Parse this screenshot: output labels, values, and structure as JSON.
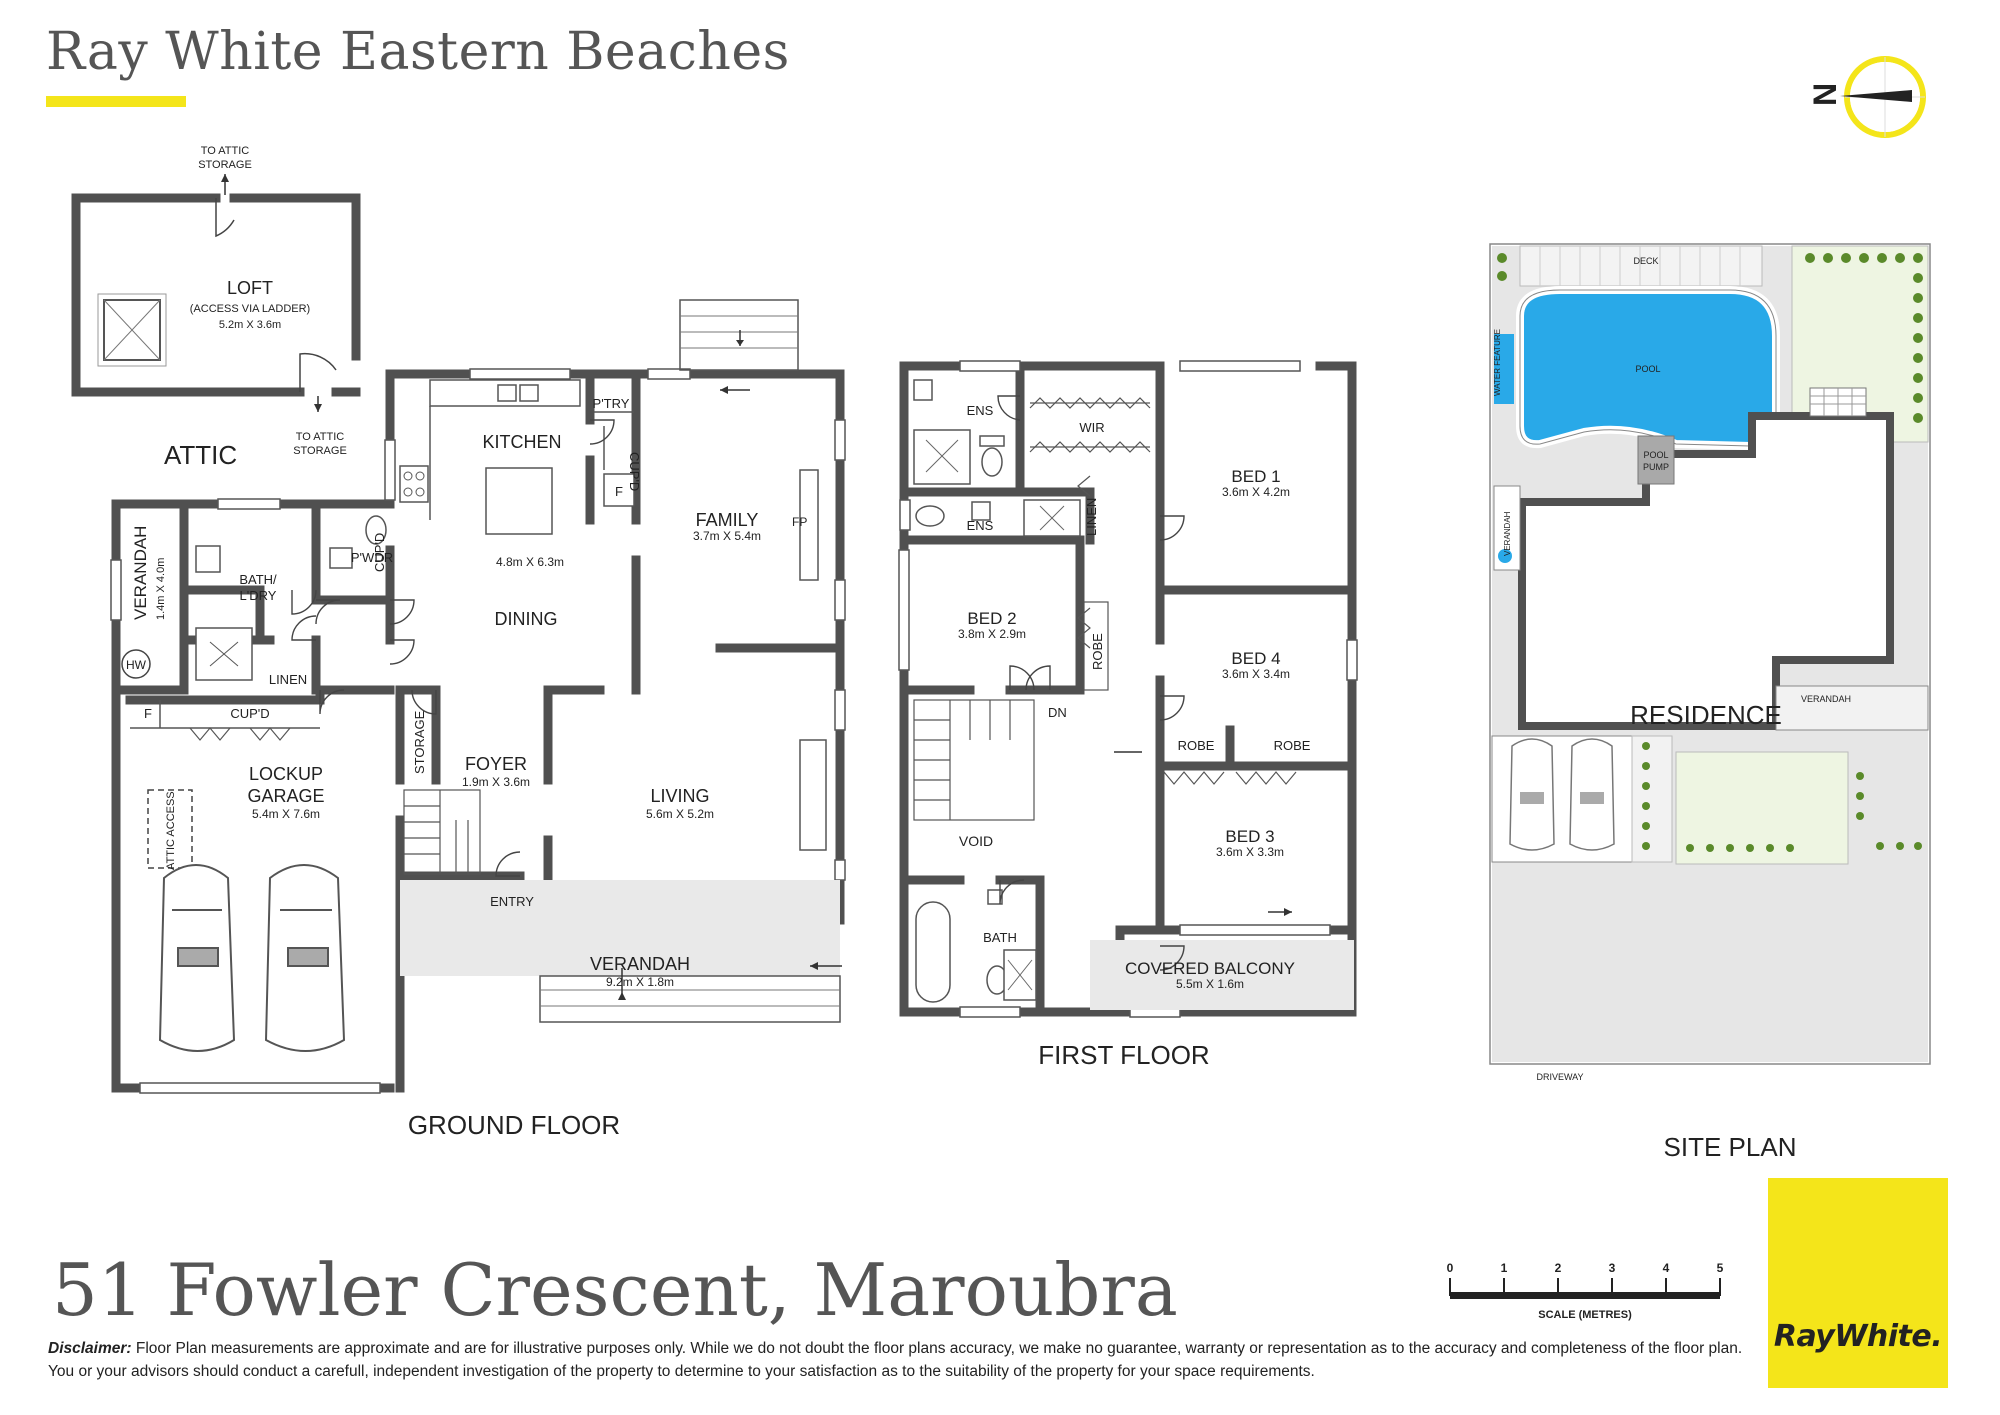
{
  "header": {
    "brand_title": "Ray White Eastern Beaches",
    "compass_letter": "N"
  },
  "attic": {
    "title": "ATTIC",
    "loft_name": "LOFT",
    "loft_note": "(ACCESS VIA LADDER)",
    "loft_dims": "5.2m X 3.6m",
    "storage_top_line1": "TO ATTIC",
    "storage_top_line2": "STORAGE",
    "storage_side_line1": "TO ATTIC",
    "storage_side_line2": "STORAGE"
  },
  "ground_floor": {
    "title": "GROUND FLOOR",
    "rooms": {
      "kitchen": "KITCHEN",
      "ptry": "P'TRY",
      "cupd_kitchen": "CUP'D",
      "fridge": "F",
      "kitchen_dims": "4.8m X 6.3m",
      "dining": "DINING",
      "family": "FAMILY",
      "family_dims": "3.7m X 5.4m",
      "fireplace": "FP",
      "verandah_side": "VERANDAH",
      "verandah_side_dims": "1.4m X 4.0m",
      "hot_water": "HW",
      "bath_laundry_1": "BATH/",
      "bath_laundry_2": "L'DRY",
      "powder": "P'WDR",
      "cupd_hall": "CUP'D",
      "linen": "LINEN",
      "garage_cupd": "CUP'D",
      "garage_fridge": "F",
      "garage_1": "LOCKUP",
      "garage_2": "GARAGE",
      "garage_dims": "5.4m X 7.6m",
      "attic_access": "ATTIC ACCESS",
      "storage": "STORAGE",
      "foyer": "FOYER",
      "foyer_dims": "1.9m X 3.6m",
      "living": "LIVING",
      "living_dims": "5.6m X 5.2m",
      "entry": "ENTRY",
      "verandah_front": "VERANDAH",
      "verandah_front_dims": "9.2m X 1.8m"
    }
  },
  "first_floor": {
    "title": "FIRST FLOOR",
    "rooms": {
      "ens1": "ENS",
      "wir": "WIR",
      "ens2": "ENS",
      "linen": "LINEN",
      "bed1": "BED 1",
      "bed1_dims": "3.6m X 4.2m",
      "bed2": "BED 2",
      "bed2_dims": "3.8m X 2.9m",
      "robe_bed2": "ROBE",
      "dn": "DN",
      "bed4": "BED 4",
      "bed4_dims": "3.6m X 3.4m",
      "robe_a": "ROBE",
      "robe_b": "ROBE",
      "void": "VOID",
      "bed3": "BED 3",
      "bed3_dims": "3.6m X 3.3m",
      "bath": "BATH",
      "balcony": "COVERED BALCONY",
      "balcony_dims": "5.5m X 1.6m"
    }
  },
  "site_plan": {
    "title": "SITE PLAN",
    "deck": "DECK",
    "pool": "POOL",
    "water_feature": "WATER FEATURE",
    "pool_pump_1": "POOL",
    "pool_pump_2": "PUMP",
    "verandah_side": "VERANDAH",
    "residence": "RESIDENCE",
    "verandah_front": "VERANDAH",
    "driveway": "DRIVEWAY"
  },
  "footer": {
    "address": "51 Fowler Crescent, Maroubra",
    "scale_ticks": [
      "0",
      "1",
      "2",
      "3",
      "4",
      "5"
    ],
    "scale_label": "SCALE (METRES)",
    "disclaimer_label": "Disclaimer:",
    "disclaimer_text": "Floor Plan measurements are approximate and are for illustrative purposes only. While we do not doubt the  floor  plans  accuracy,  we make no guarantee, warranty or representation as to the accuracy and completeness of the floor plan.  You  or  your  advisors  should  conduct a carefull, independent investigation of the property to determine to your satisfaction as to the suitability of the property for your space requirements.",
    "logo_text": "RayWhite."
  },
  "colors": {
    "wall": "#505050",
    "brand_yellow": "#f4e51a",
    "pool_blue": "#29a9e8",
    "paving_grey": "#e6e6e6",
    "lawn_green": "#eef5e2",
    "text_grey": "#555555"
  }
}
